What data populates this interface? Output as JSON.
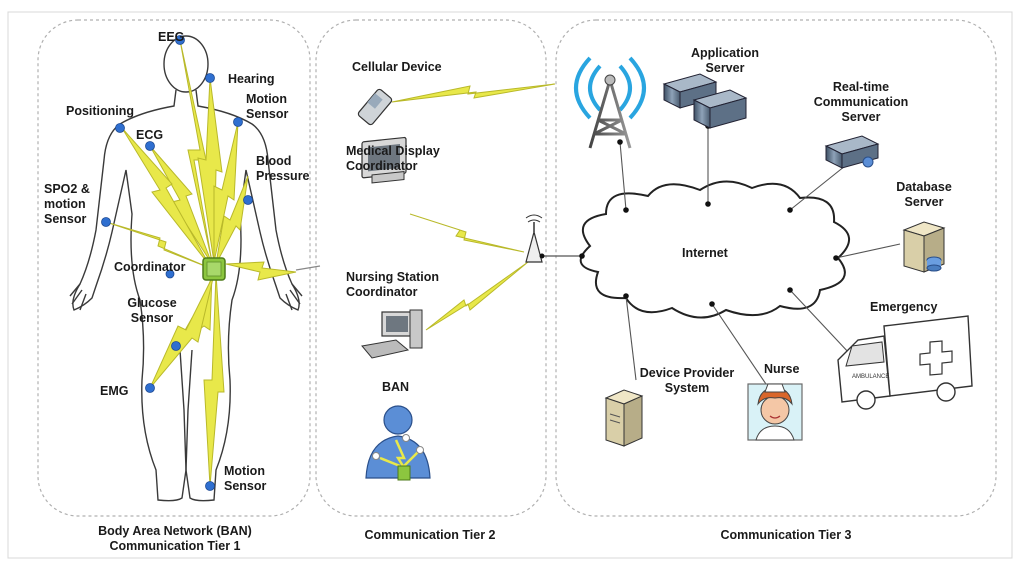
{
  "tiers": {
    "tier1_line1": "Body Area Network (BAN)",
    "tier1_line2": "Communication Tier 1",
    "tier2": "Communication Tier 2",
    "tier3": "Communication Tier 3"
  },
  "tier1": {
    "eeg": "EEG",
    "hearing": "Hearing",
    "motion_sensor_top_1": "Motion",
    "motion_sensor_top_2": "Sensor",
    "positioning": "Positioning",
    "ecg": "ECG",
    "blood_pressure_1": "Blood",
    "blood_pressure_2": "Pressure",
    "spo2_1": "SPO2 &",
    "spo2_2": "motion",
    "spo2_3": "Sensor",
    "coordinator": "Coordinator",
    "glucose_1": "Glucose",
    "glucose_2": "Sensor",
    "emg": "EMG",
    "motion_sensor_bottom_1": "Motion",
    "motion_sensor_bottom_2": "Sensor"
  },
  "tier2": {
    "cellular_device": "Cellular Device",
    "medical_display_1": "Medical Display",
    "medical_display_2": "Coordinator",
    "nursing_station_1": "Nursing Station",
    "nursing_station_2": "Coordinator",
    "ban": "BAN"
  },
  "tier3": {
    "application_server_1": "Application",
    "application_server_2": "Server",
    "realtime_server_1": "Real-time",
    "realtime_server_2": "Communication",
    "realtime_server_3": "Server",
    "database_server_1": "Database",
    "database_server_2": "Server",
    "internet": "Internet",
    "emergency": "Emergency",
    "device_provider_1": "Device Provider",
    "device_provider_2": "System",
    "nurse": "Nurse",
    "ambulance_text": "AMBULANCE"
  },
  "colors": {
    "sensor_dot": "#2f6fd0",
    "bolt": "#e8e84a",
    "bolt_stroke": "#b9b92a",
    "coordinator": "#8cc63f",
    "dashed_border": "#b0b0b0",
    "cloud_stroke": "#222222"
  }
}
